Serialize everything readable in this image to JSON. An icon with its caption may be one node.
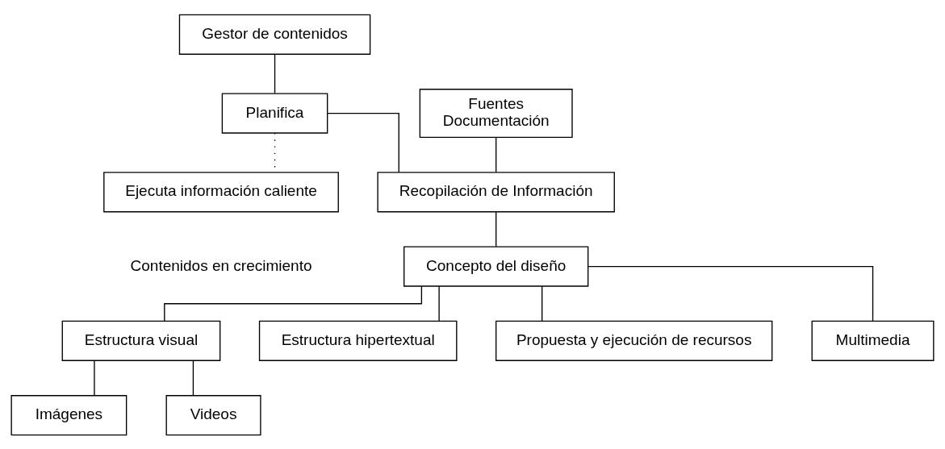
{
  "diagram": {
    "nodes": [
      {
        "text": [
          "Gestor de contenidos"
        ]
      },
      {
        "text": [
          "Ejecuta información caliente"
        ]
      },
      {
        "text": [
          "Planifica"
        ]
      },
      {
        "text": [
          "Fuentes",
          "Documentación"
        ]
      },
      {
        "text": [
          "Recopilación de Información"
        ]
      },
      {
        "text": [
          "Concepto del diseño"
        ]
      },
      {
        "text": [
          "Estructura visual"
        ]
      },
      {
        "text": [
          "Estructura hipertextual"
        ]
      },
      {
        "text": [
          "Propuesta y ejecución de recursos"
        ]
      },
      {
        "text": [
          "Imágenes"
        ]
      },
      {
        "text": [
          "Videos"
        ]
      },
      {
        "text": [
          "Multimedia"
        ]
      }
    ],
    "edges": [
      {
        "from": 0,
        "to": 2,
        "arrow": "none"
      },
      {
        "from": 2,
        "to": 1,
        "arrow": "none",
        "style": "dashed"
      },
      {
        "from": 2,
        "to": 4,
        "arrow": "none"
      },
      {
        "from": 3,
        "to": 4,
        "arrow": "none"
      },
      {
        "from": 4,
        "to": 5,
        "arrow": "none"
      },
      {
        "from": 5,
        "to": 7,
        "arrow": "none"
      },
      {
        "from": 5,
        "to": 8,
        "arrow": "none"
      },
      {
        "from": 5,
        "to": 6,
        "arrow": "none"
      },
      {
        "from": 5,
        "to": 11,
        "arrow": "none"
      },
      {
        "from": 6,
        "to": 9,
        "arrow": "none"
      },
      {
        "from": 6,
        "to": 10,
        "arrow": "none"
      }
    ],
    "labels": [
      "Contenidos en crecimiento"
    ]
  }
}
